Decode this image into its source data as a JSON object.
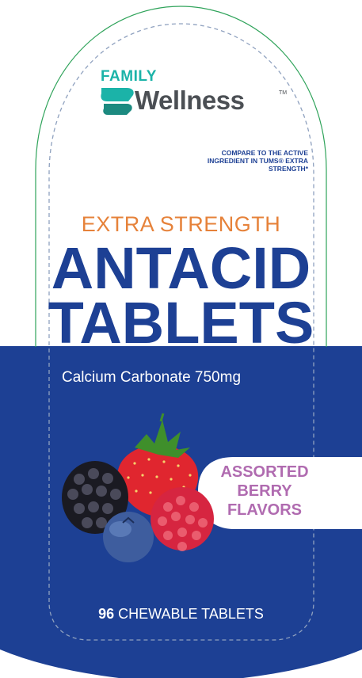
{
  "brand": {
    "line1": "FAMILY",
    "line2": "Wellness",
    "tm": "TM",
    "logo_icon": "leaf-swoosh-icon"
  },
  "compare_text": "COMPARE TO THE ACTIVE INGREDIENT IN TUMS® EXTRA STRENGTH*",
  "strength": "EXTRA STRENGTH",
  "title": {
    "line1": "ANTACID",
    "line2": "TABLETS"
  },
  "ingredient": "Calcium Carbonate 750mg",
  "flavor": {
    "line1": "ASSORTED",
    "line2": "BERRY",
    "line3": "FLAVORS"
  },
  "count": {
    "number": "96",
    "label": "CHEWABLE TABLETS"
  },
  "fruit_image": "mixed-berries-illustration",
  "colors": {
    "navy": "#1d4094",
    "teal": "#1bb3a8",
    "orange": "#e6823a",
    "purple": "#b06bb0",
    "gray": "#4b4f54",
    "green_outline": "#2fa35a"
  }
}
